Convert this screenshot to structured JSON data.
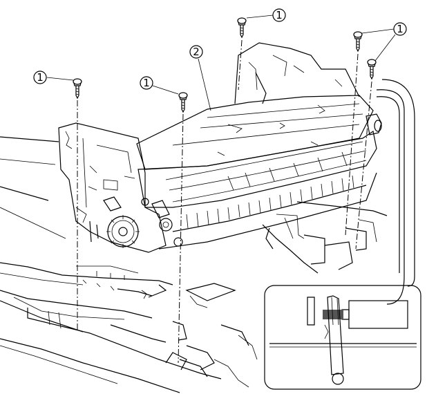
{
  "callouts": {
    "screw_top_center": "1",
    "screw_top_right": "1",
    "screw_left": "1",
    "screw_middle": "1",
    "fusing_unit": "2"
  }
}
